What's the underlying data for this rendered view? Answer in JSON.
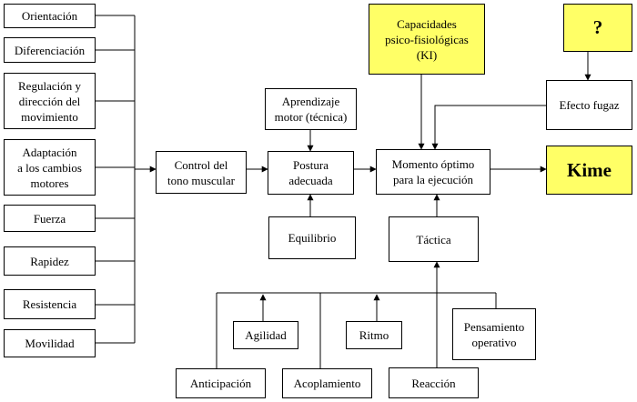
{
  "nodes": {
    "orientacion": "Orientación",
    "diferenciacion": "Diferenciación",
    "regulacion": "Regulación y\ndirección del\nmovimiento",
    "adaptacion": "Adaptación\na los cambios\nmotores",
    "fuerza": "Fuerza",
    "rapidez": "Rapidez",
    "resistencia": "Resistencia",
    "movilidad": "Movilidad",
    "control": "Control del\ntono muscular",
    "aprendizaje": "Aprendizaje\nmotor (técnica)",
    "postura": "Postura\nadecuada",
    "equilibrio": "Equilibrio",
    "capacidades": "Capacidades\npsico-fisiológicas\n(KI)",
    "momento": "Momento óptimo\npara la ejecución",
    "tactica": "Táctica",
    "pregunta": "?",
    "efecto": "Efecto fugaz",
    "kime": "Kime",
    "agilidad": "Agilidad",
    "ritmo": "Ritmo",
    "pensamiento": "Pensamiento\noperativo",
    "anticipacion": "Anticipación",
    "acoplamiento": "Acoplamiento",
    "reaccion": "Reacción"
  },
  "colors": {
    "highlight": "#ffff66",
    "line": "#000000",
    "background": "#ffffff"
  }
}
